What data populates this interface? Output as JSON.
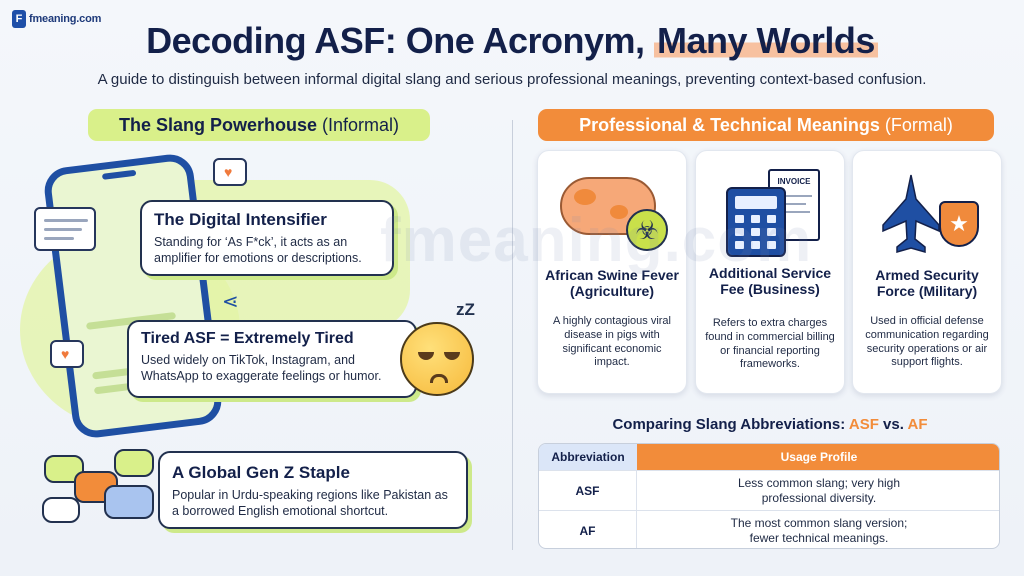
{
  "logo": {
    "badge": "F",
    "text": "fmeaning.com"
  },
  "header": {
    "title_pre": "Decoding ASF: One Acronym, ",
    "title_hl": "Many Worlds",
    "subtitle": "A guide to distinguish between informal digital slang and serious professional meanings, preventing context-based confusion."
  },
  "watermark": "fmeaning.com",
  "slang": {
    "heading_bold": "The Slang Powerhouse",
    "heading_rest": " (Informal)",
    "cards": [
      {
        "title": "The Digital Intensifier",
        "text": "Standing for ‘As F*ck’, it acts as an amplifier for emotions or descriptions."
      },
      {
        "title": "Tired ASF = Extremely Tired",
        "text": "Used widely on TikTok, Instagram, and WhatsApp to exaggerate feelings or humor."
      },
      {
        "title": "A Global Gen Z Staple",
        "text": "Popular in Urdu-speaking regions like Pakistan as a borrowed English emotional shortcut."
      }
    ],
    "zz": "zZ"
  },
  "professional": {
    "heading_bold": "Professional & Technical Meanings",
    "heading_rest": " (Formal)",
    "cards": [
      {
        "title": "African Swine Fever (Agriculture)",
        "text": "A highly contagious viral disease in pigs with significant economic impact.",
        "icon": "pig-biohazard-icon"
      },
      {
        "title": "Additional Service Fee (Business)",
        "text": "Refers to extra charges found in commercial billing or financial reporting frameworks.",
        "icon": "calculator-invoice-icon",
        "invoice_label": "INVOICE"
      },
      {
        "title": "Armed Security Force (Military)",
        "text": "Used in official defense communication regarding security operations or air support flights.",
        "icon": "jet-shield-icon"
      }
    ]
  },
  "comparison": {
    "title_pre": "Comparing Slang Abbreviations: ",
    "term_a": "ASF",
    "vs": " vs. ",
    "term_b": "AF",
    "headers": [
      "Abbreviation",
      "Usage Profile"
    ],
    "rows": [
      {
        "abbr": "ASF",
        "profile": "Less common slang; very high professional diversity."
      },
      {
        "abbr": "AF",
        "profile": "The most common slang version; fewer technical meanings."
      }
    ]
  },
  "colors": {
    "navy": "#13204a",
    "lime": "#d9f08a",
    "orange": "#f28c3a",
    "blue": "#1f4fa3"
  }
}
